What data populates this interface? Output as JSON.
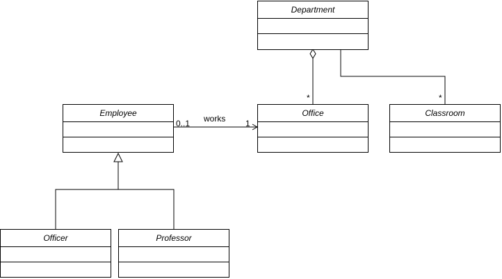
{
  "diagram": {
    "classes": {
      "department": "Department",
      "office": "Office",
      "classroom": "Classroom",
      "employee": "Employee",
      "officer": "Officer",
      "professor": "Professor"
    },
    "associations": {
      "works": {
        "label": "works",
        "source_multiplicity": "0..1",
        "target_multiplicity": "1"
      },
      "department_office": {
        "kind": "aggregation",
        "target_multiplicity": "*"
      },
      "department_classroom": {
        "target_multiplicity": "*"
      }
    },
    "generalization": {
      "parent": "Employee",
      "children": [
        "Officer",
        "Professor"
      ]
    },
    "colors": {
      "stroke": "#000000",
      "fill": "#ffffff"
    }
  }
}
